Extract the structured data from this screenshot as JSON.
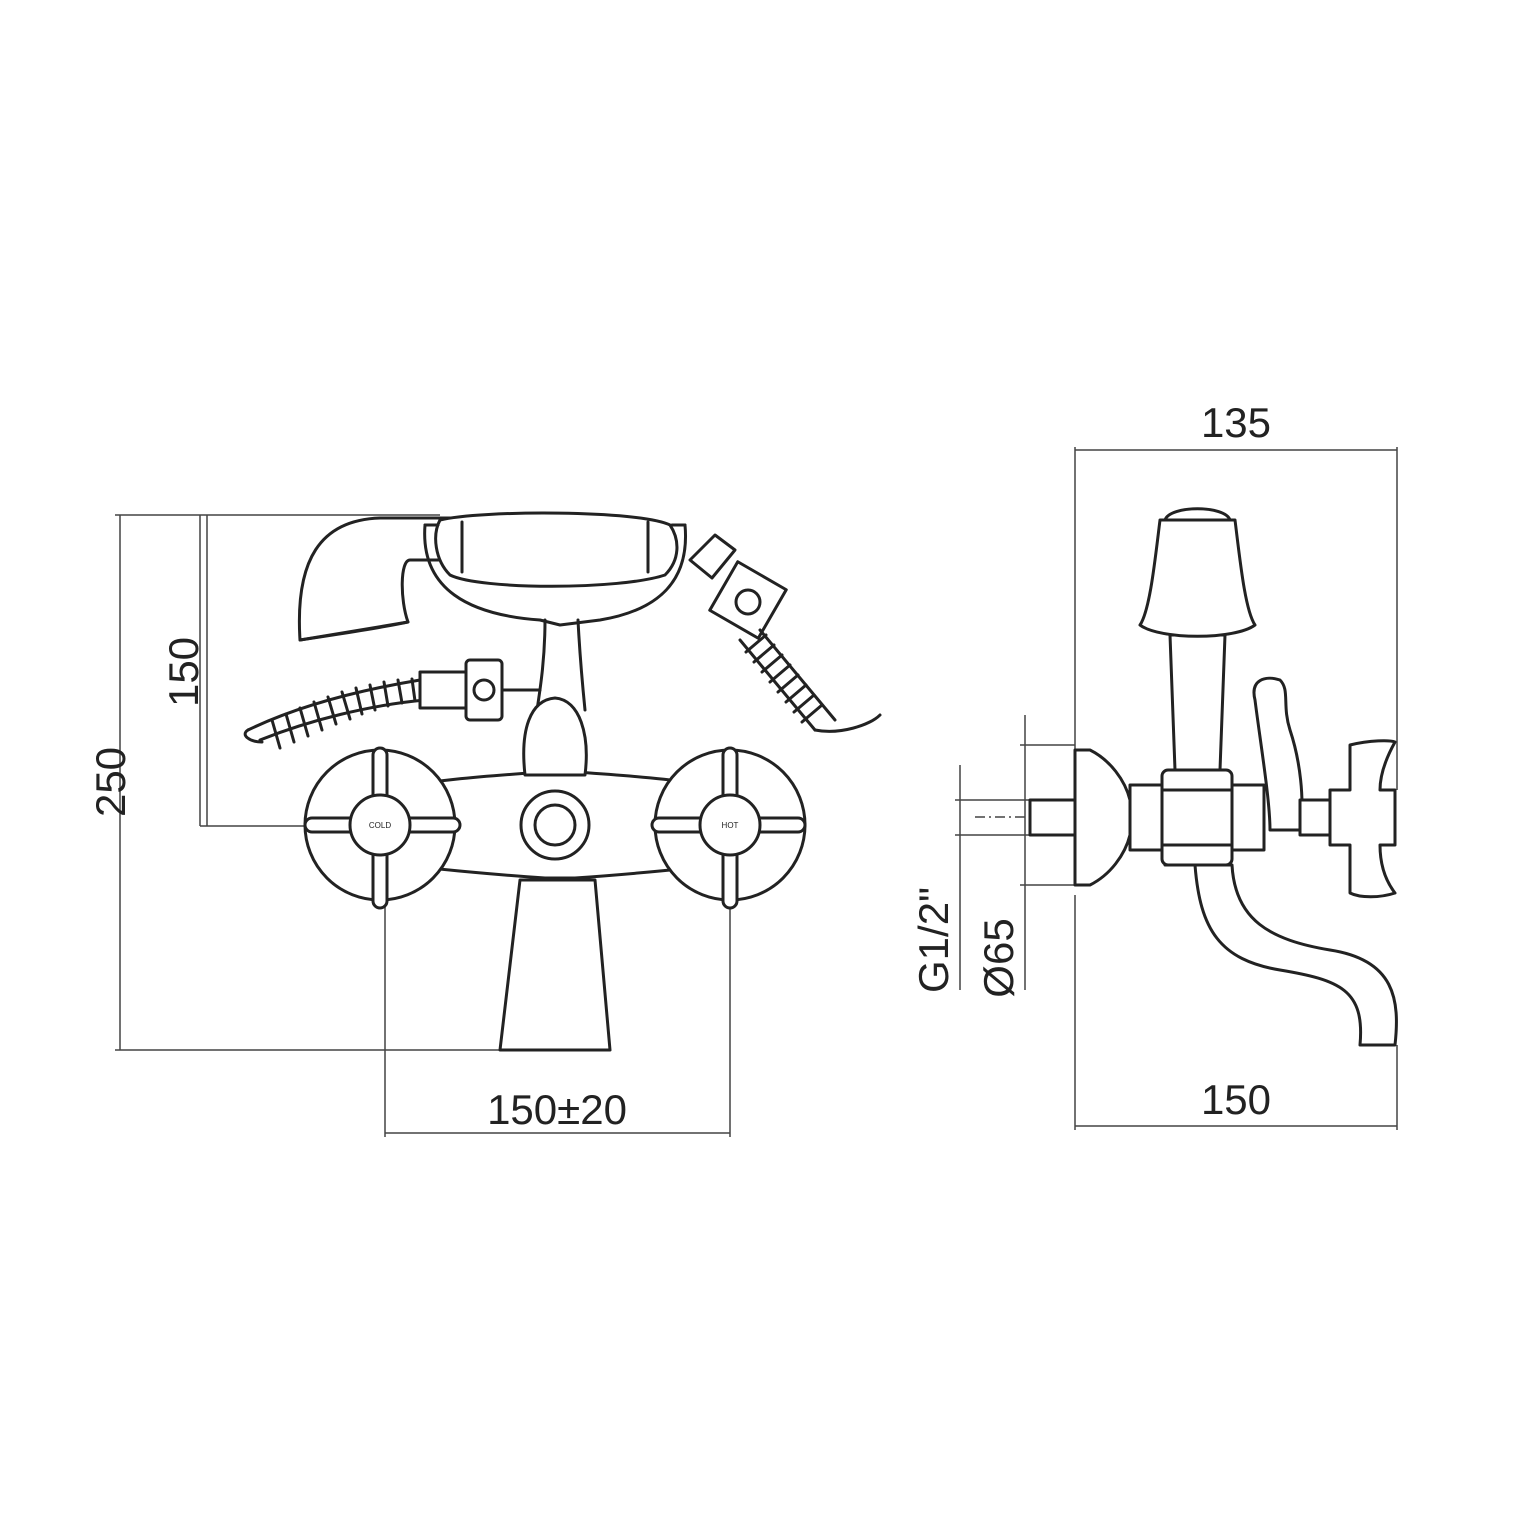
{
  "dimensions": {
    "height_total": "250",
    "height_upper": "150",
    "center_distance": "150±20",
    "side_top_width": "135",
    "side_bottom_width": "150",
    "thread": "G1/2\"",
    "diameter": "Ø65"
  },
  "valve_labels": {
    "left": "COLD",
    "right": "HOT"
  }
}
